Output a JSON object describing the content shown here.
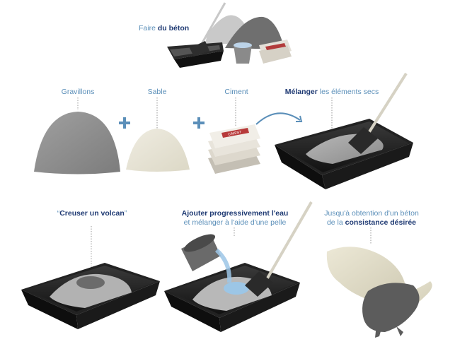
{
  "title": {
    "prefix": "Faire ",
    "bold": "du béton"
  },
  "ingredients": {
    "gravel": "Gravillons",
    "sand": "Sable",
    "cement": "Ciment"
  },
  "cement_bag_text": "CIMENT",
  "steps": {
    "mix": {
      "bold": "Mélanger",
      "rest": " les éléments secs"
    },
    "volcano": {
      "open": "“",
      "bold": "Creuser un volcan",
      "close": "”"
    },
    "water": {
      "bold": "Ajouter progressivement l'eau",
      "line2": "et mélanger à l'aide d'une pelle"
    },
    "result": {
      "line1": "Jusqu'à obtention d'un béton",
      "line2_prefix": "de la ",
      "line2_bold": "consistance désirée"
    }
  },
  "colors": {
    "accent": "#5b8fb9",
    "heading": "#1f3a73",
    "plus": "#5b8fb9",
    "gravel": "#8c8c8c",
    "sand": "#e6e2d4",
    "tray": "#1b1b1b"
  },
  "icons": [
    "plus-icon",
    "curved-arrow-icon",
    "tray-icon",
    "shovel-icon",
    "bucket-icon",
    "cement-bag-icon",
    "glove-icon"
  ]
}
